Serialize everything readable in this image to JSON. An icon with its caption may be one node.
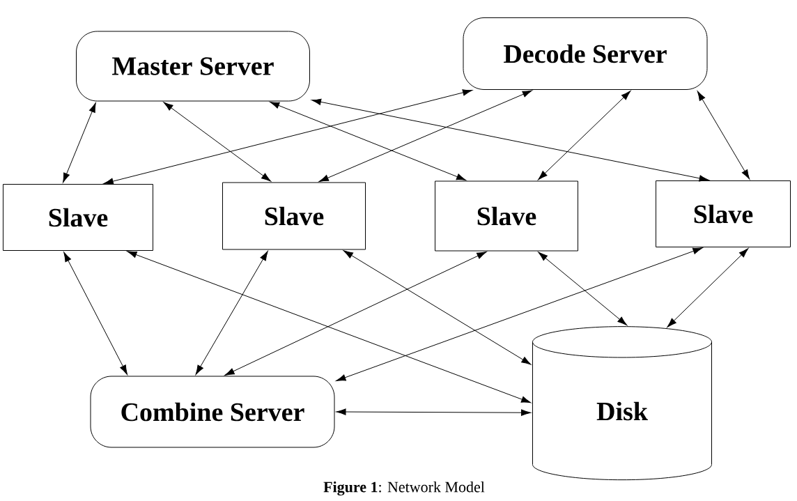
{
  "diagram": {
    "caption": "**Figure 1**: Network Model",
    "nodes": [
      {
        "text": [
          "Master Server"
        ]
      },
      {
        "text": [
          "Decode Server"
        ]
      },
      {
        "text": [
          "Slave"
        ]
      },
      {
        "text": [
          "Slave"
        ]
      },
      {
        "text": [
          "Slave"
        ]
      },
      {
        "text": [
          "Slave"
        ]
      },
      {
        "text": [
          "Combine Server"
        ]
      },
      {
        "text": [
          "Disk"
        ]
      }
    ],
    "edges": [
      {
        "from": 0,
        "to": 2,
        "arrow": "both"
      },
      {
        "from": 0,
        "to": 3,
        "arrow": "both"
      },
      {
        "from": 0,
        "to": 4,
        "arrow": "both"
      },
      {
        "from": 0,
        "to": 5,
        "arrow": "both"
      },
      {
        "from": 1,
        "to": 2,
        "arrow": "both"
      },
      {
        "from": 1,
        "to": 3,
        "arrow": "both"
      },
      {
        "from": 1,
        "to": 4,
        "arrow": "both"
      },
      {
        "from": 1,
        "to": 5,
        "arrow": "both"
      },
      {
        "from": 2,
        "to": 6,
        "arrow": "both"
      },
      {
        "from": 2,
        "to": 7,
        "arrow": "both"
      },
      {
        "from": 3,
        "to": 6,
        "arrow": "both"
      },
      {
        "from": 3,
        "to": 7,
        "arrow": "both"
      },
      {
        "from": 4,
        "to": 6,
        "arrow": "both"
      },
      {
        "from": 4,
        "to": 7,
        "arrow": "both"
      },
      {
        "from": 5,
        "to": 6,
        "arrow": "both"
      },
      {
        "from": 5,
        "to": 7,
        "arrow": "both"
      },
      {
        "from": 6,
        "to": 7,
        "arrow": "both"
      }
    ]
  }
}
